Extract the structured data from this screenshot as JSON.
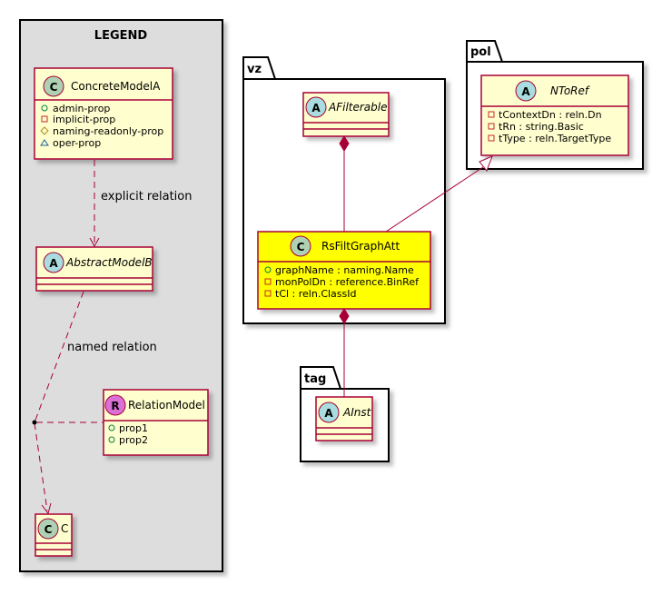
{
  "legend": {
    "title": "LEGEND",
    "concrete_class": {
      "stereotype": "C",
      "name": "ConcreteModelA",
      "props": [
        {
          "vis": "+",
          "text": "admin-prop"
        },
        {
          "vis": "-",
          "text": "implicit-prop"
        },
        {
          "vis": "#",
          "text": "naming-readonly-prop"
        },
        {
          "vis": "~",
          "text": "oper-prop"
        }
      ]
    },
    "abstract_class": {
      "stereotype": "A",
      "name": "AbstractModelB"
    },
    "relation_class": {
      "stereotype": "R",
      "name": "RelationModel",
      "props": [
        {
          "vis": "+",
          "text": "prop1"
        },
        {
          "vis": "+",
          "text": "prop2"
        }
      ]
    },
    "c_class": {
      "stereotype": "C",
      "name": "C"
    },
    "explicit_label": "explicit relation",
    "named_label": "named relation"
  },
  "packages": {
    "vz": {
      "name": "vz",
      "afilterable": {
        "stereotype": "A",
        "name": "AFilterable"
      },
      "rsfilt": {
        "stereotype": "C",
        "name": "RsFiltGraphAtt",
        "props": [
          {
            "vis": "+",
            "text": "graphName : naming.Name"
          },
          {
            "vis": "-",
            "text": "monPolDn : reference.BinRef"
          },
          {
            "vis": "-",
            "text": "tCl : reln.ClassId"
          }
        ]
      }
    },
    "pol": {
      "name": "pol",
      "ntoref": {
        "stereotype": "A",
        "name": "NToRef",
        "props": [
          {
            "vis": "-",
            "text": "tContextDn : reln.Dn"
          },
          {
            "vis": "-",
            "text": "tRn : string.Basic"
          },
          {
            "vis": "-",
            "text": "tType : reln.TargetType"
          }
        ]
      }
    },
    "tag": {
      "name": "tag",
      "ainst": {
        "stereotype": "A",
        "name": "AInst"
      }
    }
  },
  "colors": {
    "class_fill": "#FEFECE",
    "highlight_fill": "#FFFF00",
    "border": "#A80036",
    "legend_bg": "#DDDDDD",
    "badge_c": "#ADD1B2",
    "badge_a": "#A9DCDF",
    "badge_r": "#DA70D6"
  }
}
